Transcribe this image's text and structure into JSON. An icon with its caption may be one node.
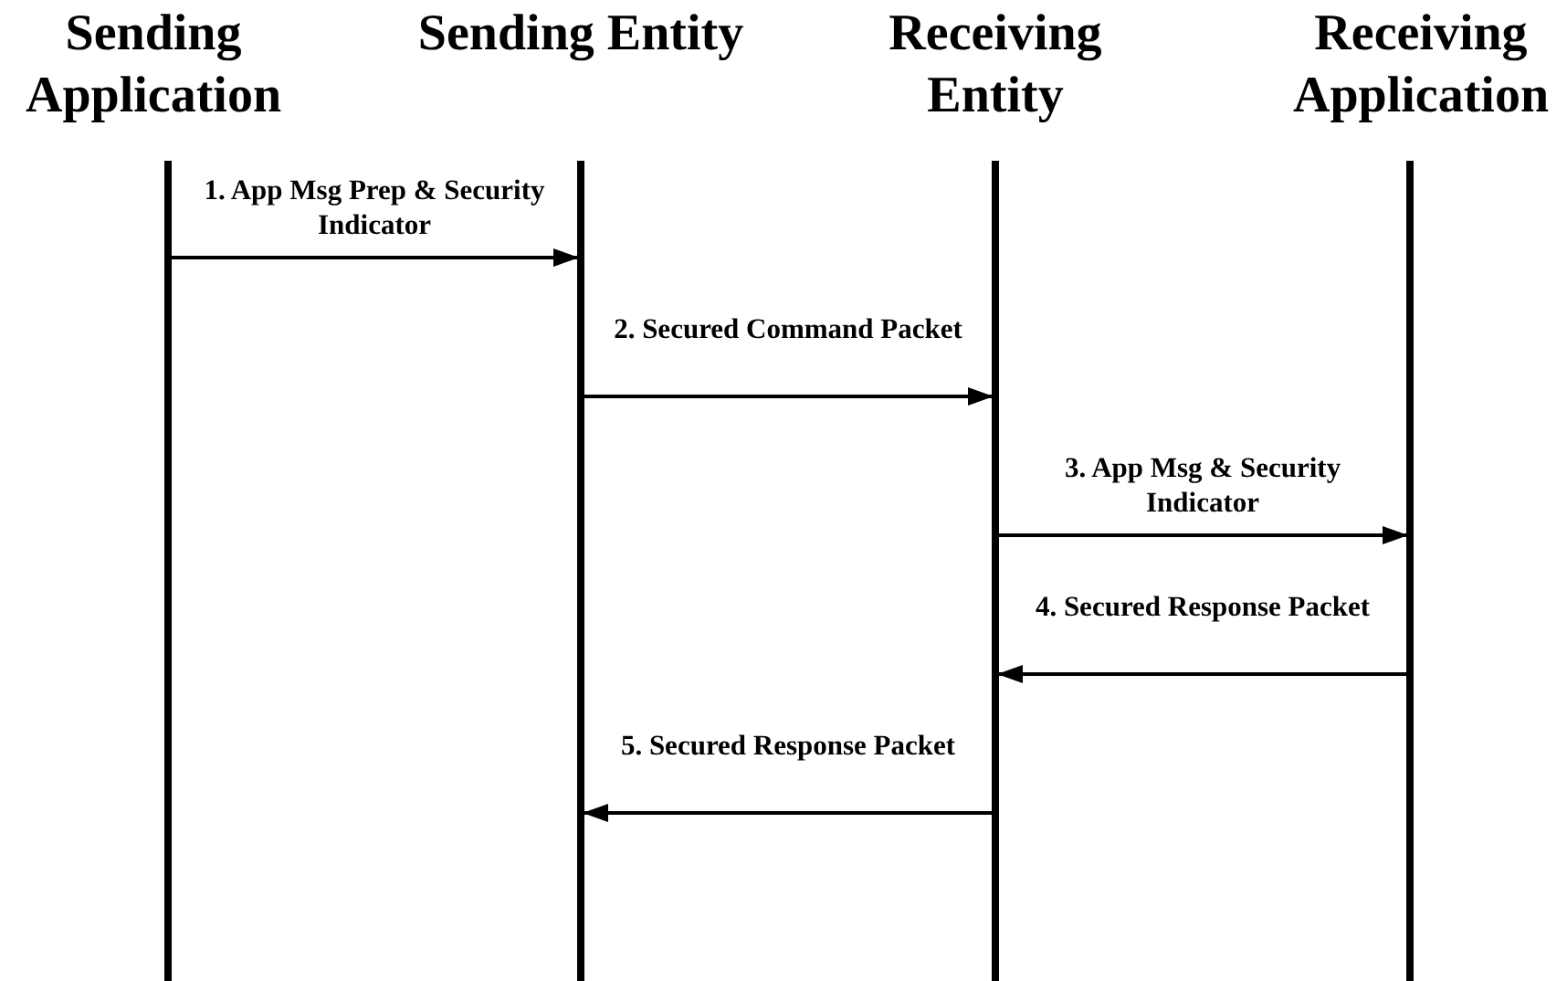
{
  "diagram": {
    "nodes": [
      {
        "text": [
          "Sending Application"
        ]
      },
      {
        "text": [
          "Sending Entity"
        ]
      },
      {
        "text": [
          "Receiving Entity"
        ]
      },
      {
        "text": [
          "Receiving Application"
        ]
      }
    ],
    "edges": [
      {
        "from": 0,
        "to": 1,
        "arrow": "to",
        "label": "1. App Msg Prep & Security Indicator"
      },
      {
        "from": 1,
        "to": 2,
        "arrow": "to",
        "label": "2. Secured Command Packet"
      },
      {
        "from": 2,
        "to": 3,
        "arrow": "to",
        "label": "3. App Msg & Security Indicator"
      },
      {
        "from": 3,
        "to": 2,
        "arrow": "to",
        "label": "4. Secured Response Packet"
      },
      {
        "from": 2,
        "to": 1,
        "arrow": "to",
        "label": "5. Secured Response Packet"
      }
    ]
  }
}
